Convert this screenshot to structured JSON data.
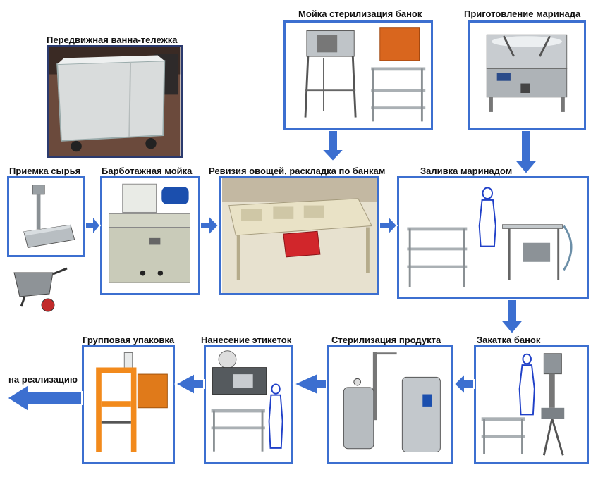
{
  "stages": {
    "cart": {
      "label": "Передвижная ванна-тележка"
    },
    "washing_jars": {
      "label": "Мойка стерилизация банок"
    },
    "marinade_prep": {
      "label": "Приготовление маринада"
    },
    "intake": {
      "label": "Приемка сырья"
    },
    "bubble_wash": {
      "label": "Барботажная мойка"
    },
    "inspection": {
      "label": "Ревизия овощей, раскладка по банкам"
    },
    "marinade_fill": {
      "label": "Заливка маринадом"
    },
    "seaming": {
      "label": "Закатка банок"
    },
    "sterilization": {
      "label": "Стерилизация  продукта"
    },
    "labeling": {
      "label": "Нанесение этикеток"
    },
    "group_pack": {
      "label": "Групповая упаковка"
    }
  },
  "output": {
    "label": "на реализацию"
  },
  "colors": {
    "border": "#3c6fd0",
    "arrow_fill": "#3c6fd0",
    "arrow_stroke": "#ffffff"
  }
}
